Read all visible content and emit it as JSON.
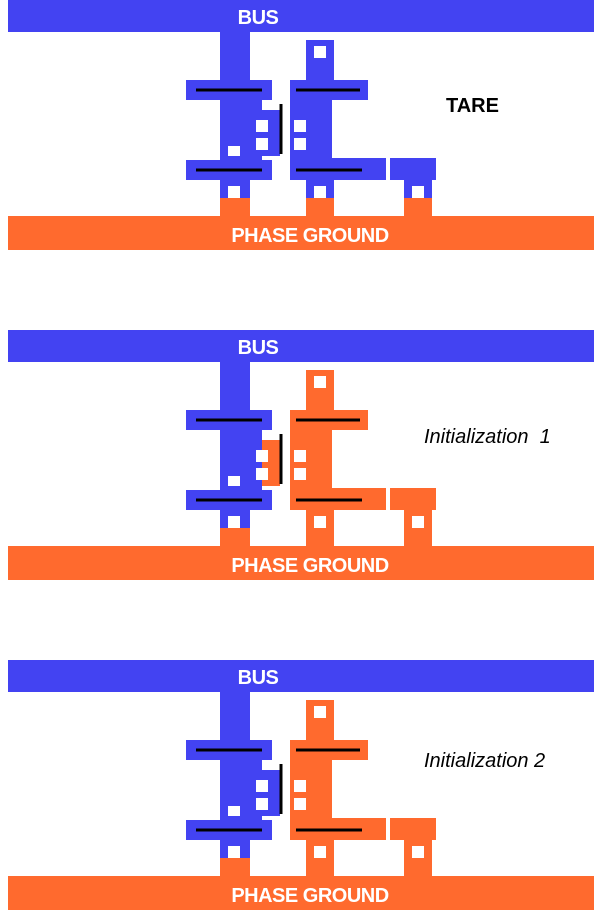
{
  "colors": {
    "bus": "#4343f2",
    "ground": "#ff6a2e",
    "line": "#000000",
    "gap": "#ffffff"
  },
  "panels": [
    {
      "bus_label": "BUS",
      "ground_label": "PHASE GROUND",
      "caption": "TARE",
      "right_cell": "bus"
    },
    {
      "bus_label": "BUS",
      "ground_label": "PHASE GROUND",
      "caption": "Initialization  1",
      "right_cell": "ground"
    },
    {
      "bus_label": "BUS",
      "ground_label": "PHASE GROUND",
      "caption": "Initialization 2",
      "right_cell": "ground"
    }
  ]
}
